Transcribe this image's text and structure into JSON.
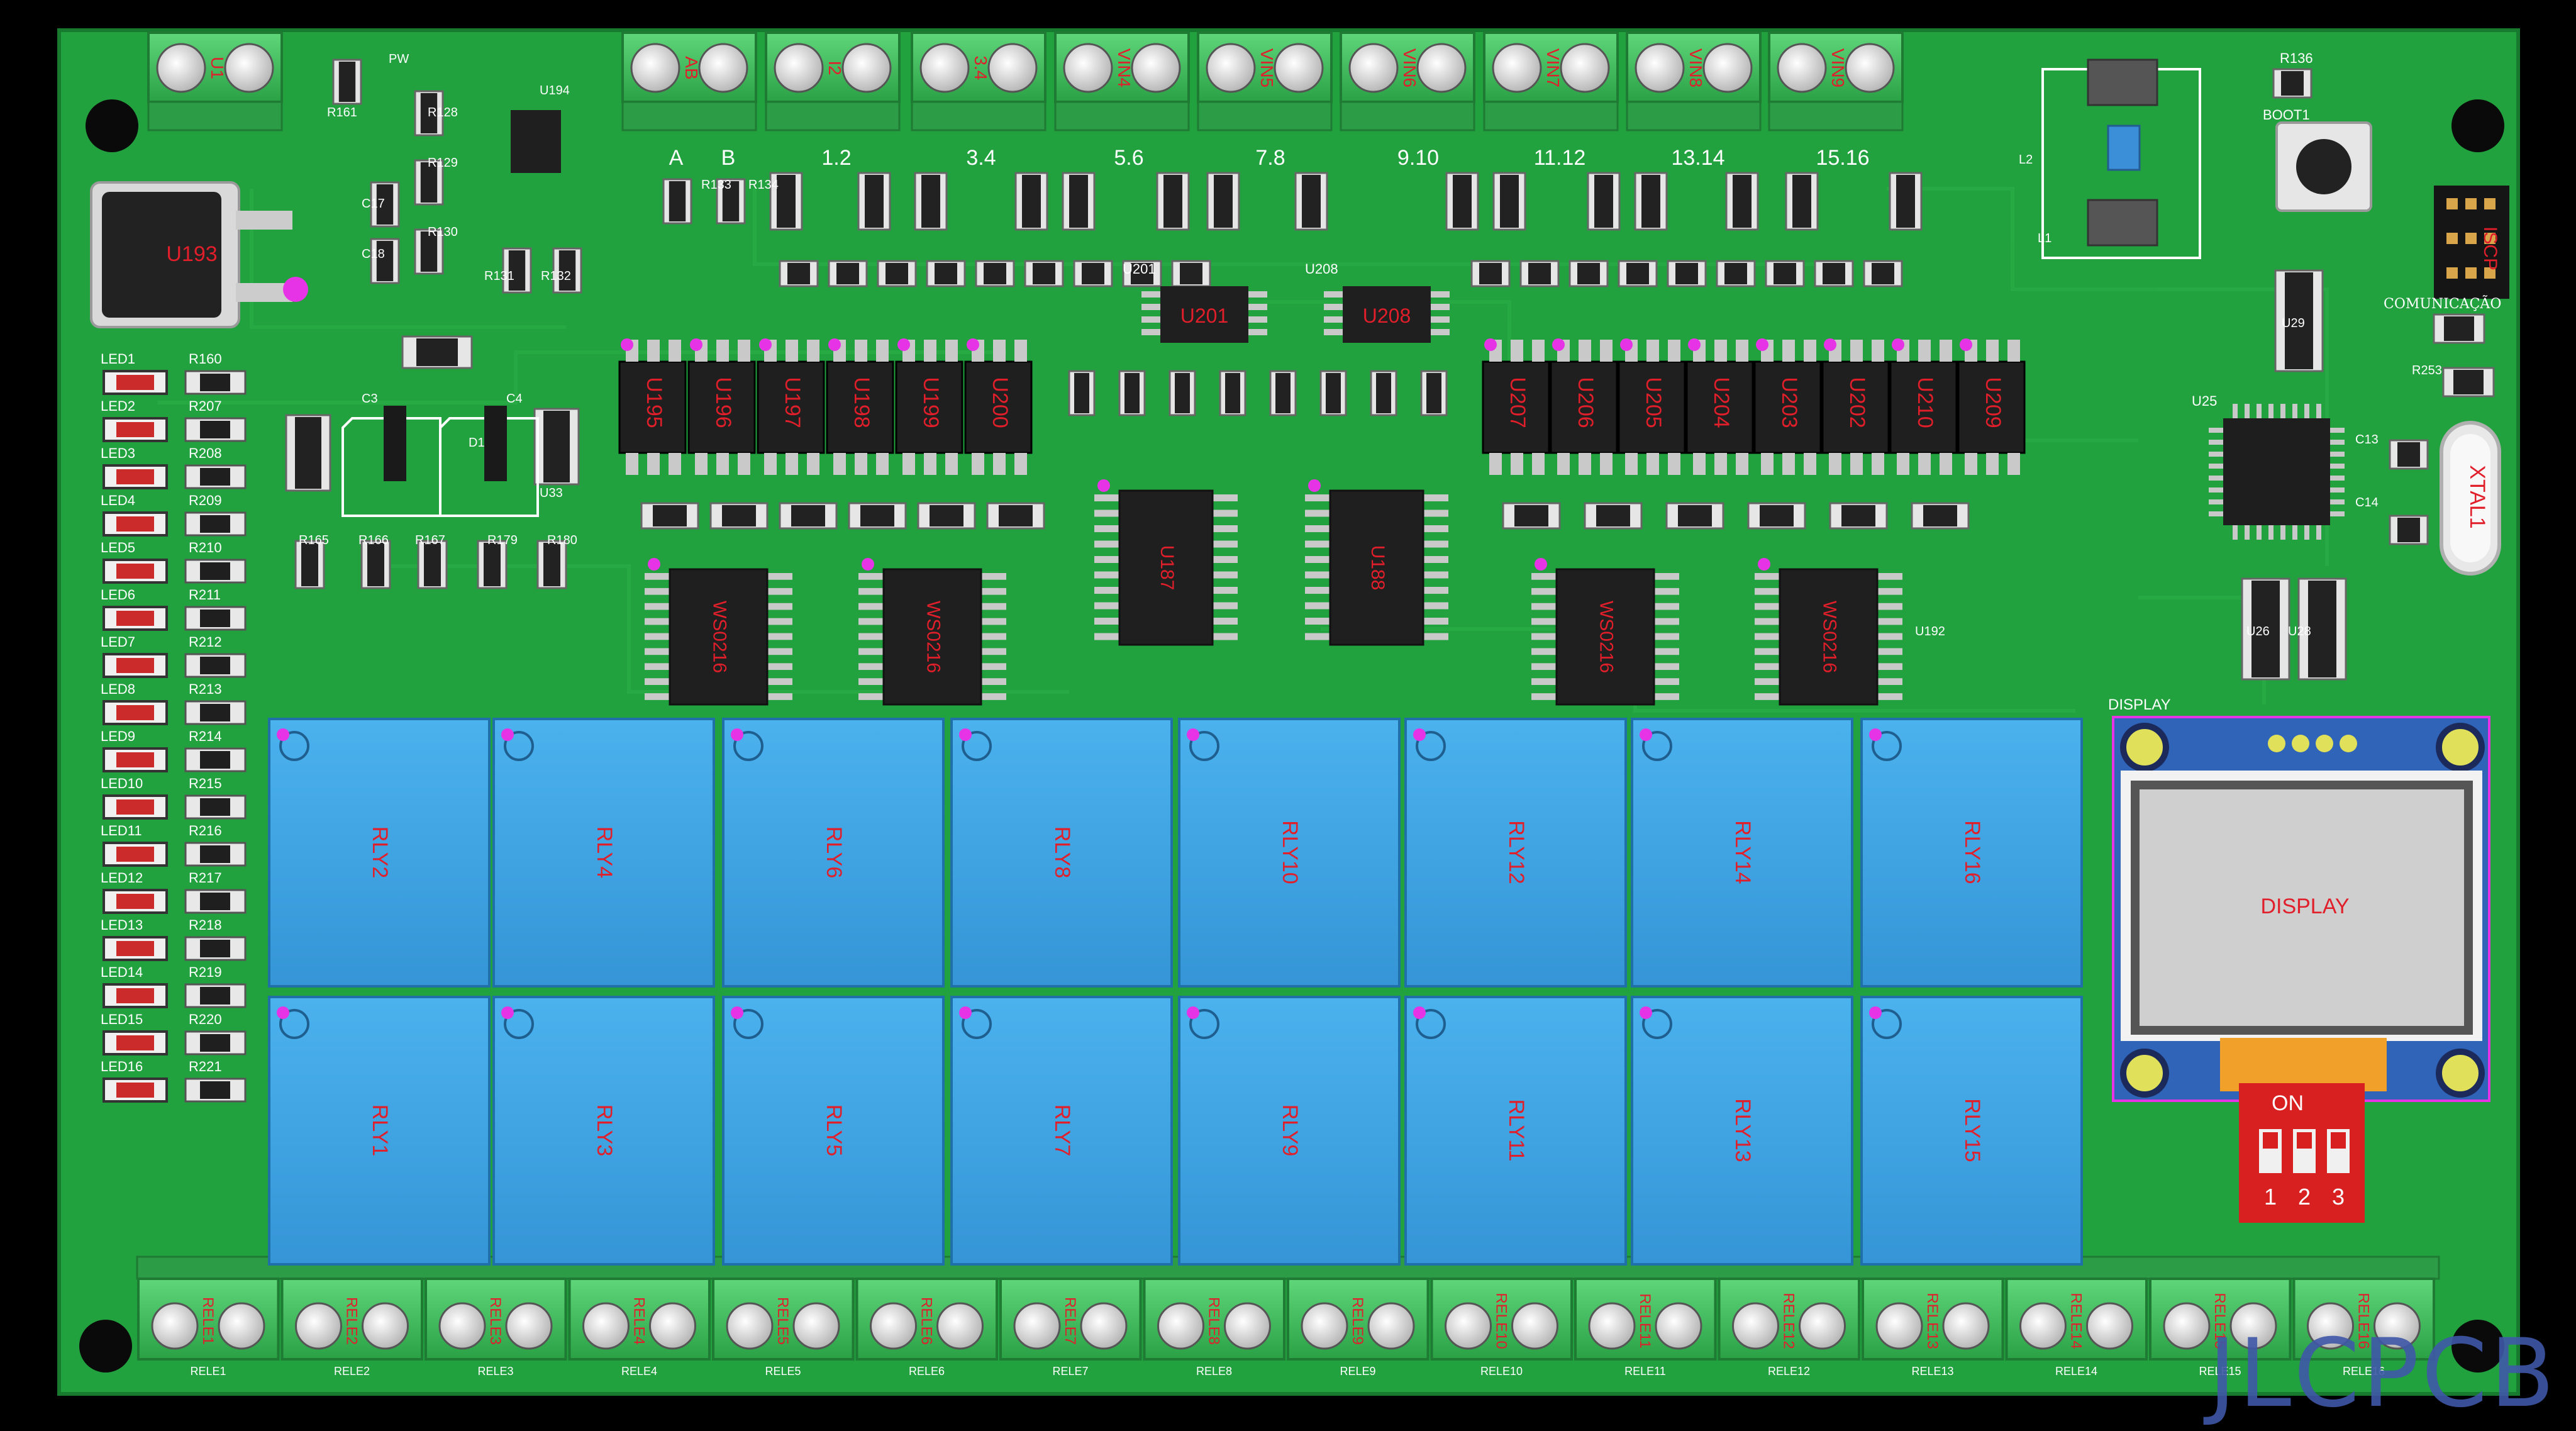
{
  "colors": {
    "pcb": "#23a33f",
    "pcb_dark": "#1d8e36",
    "terminal": "#3fc25a",
    "relay": "#3ca2e6",
    "ic": "#1f1f1f",
    "silk": "#ffffff",
    "label": "#e01f2b",
    "pad": "#e633e6"
  },
  "watermark": "JLCPCB",
  "top_terminals": [
    "U1",
    "AB",
    "I2",
    "3.4",
    "VIN4",
    "VIN5",
    "VIN6",
    "VIN7",
    "VIN8",
    "VIN9"
  ],
  "input_pair_labels": [
    "A",
    "B",
    "1.2",
    "3.4",
    "5.6",
    "7.8",
    "9.10",
    "11.12",
    "13.14",
    "15.16"
  ],
  "bottom_terminals": [
    "RELE1",
    "RELE2",
    "RELE3",
    "RELE4",
    "RELE5",
    "RELE6",
    "RELE7",
    "RELE8",
    "RELE9",
    "RELE10",
    "RELE11",
    "RELE12",
    "RELE13",
    "RELE14",
    "RELE15",
    "RELE16"
  ],
  "relays_top": [
    "RLY2",
    "RLY4",
    "RLY6",
    "RLY8",
    "RLY10",
    "RLY12",
    "RLY14",
    "RLY16"
  ],
  "relays_bottom": [
    "RLY1",
    "RLY3",
    "RLY5",
    "RLY7",
    "RLY9",
    "RLY11",
    "RLY13",
    "RLY15"
  ],
  "leds": [
    "LED1",
    "LED2",
    "LED3",
    "LED4",
    "LED5",
    "LED6",
    "LED7",
    "LED8",
    "LED9",
    "LED10",
    "LED11",
    "LED12",
    "LED13",
    "LED14",
    "LED15",
    "LED16"
  ],
  "led_resistors": [
    "R160",
    "R207",
    "R208",
    "R209",
    "R210",
    "R211",
    "R212",
    "R213",
    "R214",
    "R215",
    "R216",
    "R217",
    "R218",
    "R219",
    "R220",
    "R221"
  ],
  "opto_left": [
    "U195",
    "U196",
    "U197",
    "U198",
    "U199",
    "U200"
  ],
  "opto_right": [
    "U207",
    "U206",
    "U205",
    "U204",
    "U203",
    "U202",
    "U210",
    "U209"
  ],
  "upper_ics": [
    "U201",
    "U208"
  ],
  "big_ics": [
    "U187",
    "U188"
  ],
  "ws_ics": [
    "WS0216",
    "WS0216",
    "WS0216",
    "WS0216"
  ],
  "regulator": "U193",
  "mcu": "U25",
  "crystal": "XTAL1",
  "boot_button": "BOOT1",
  "boot_button_code": "R136",
  "isp_header": "ISCP",
  "comm_label": "COMUNICAÇÃO",
  "display_title": "DISPLAY",
  "display_text": "DISPLAY",
  "dip_on": "ON",
  "dip_numbers": [
    "1",
    "2",
    "3"
  ],
  "misc_labels": [
    "U194",
    "U33",
    "C3",
    "C4",
    "D1",
    "L1",
    "L2",
    "C13",
    "C14",
    "R253",
    "U29",
    "U26",
    "U28",
    "U192",
    "R161",
    "R128",
    "R129",
    "R130",
    "R131",
    "R132",
    "R133",
    "R134",
    "C17",
    "C18",
    "PW",
    "R165",
    "R166",
    "R167",
    "R179",
    "R180"
  ]
}
